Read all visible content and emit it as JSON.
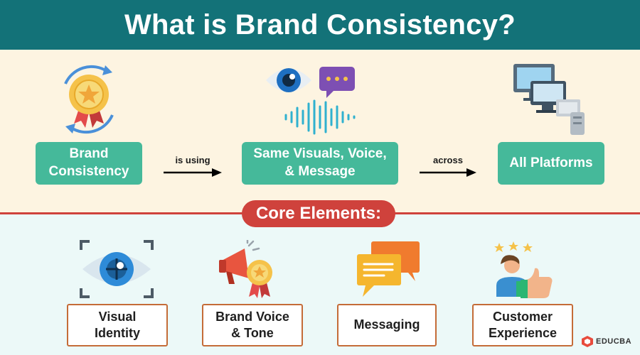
{
  "header": {
    "title": "What is Brand Consistency?"
  },
  "flow": {
    "box1": {
      "line1": "Brand",
      "line2": "Consistency"
    },
    "arrow1": "is using",
    "box2": {
      "line1": "Same Visuals, Voice,",
      "line2": "& Message"
    },
    "arrow2": "across",
    "box3": "All Platforms"
  },
  "core": {
    "title": "Core Elements:",
    "items": [
      {
        "line1": "Visual",
        "line2": "Identity",
        "icon": "eye-target-icon"
      },
      {
        "line1": "Brand Voice",
        "line2": "& Tone",
        "icon": "megaphone-badge-icon"
      },
      {
        "line1": "Messaging",
        "line2": "",
        "icon": "chat-bubbles-icon"
      },
      {
        "line1": "Customer",
        "line2": "Experience",
        "icon": "thumbs-up-stars-icon"
      }
    ]
  },
  "brand": {
    "name": "EDUCBA"
  },
  "colors": {
    "header": "#137278",
    "green": "#45b99a",
    "red": "#cf423c",
    "orange_border": "#c46c38",
    "top_bg": "#fdf4e1",
    "bottom_bg": "#ecf9f8"
  }
}
